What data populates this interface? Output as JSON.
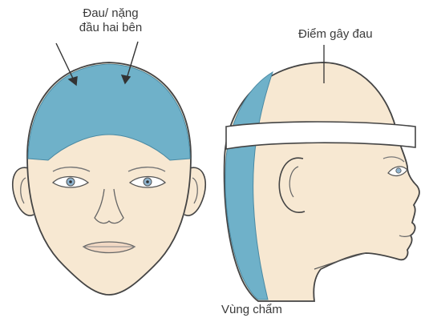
{
  "labels": {
    "front_pain": "Đau/ nặng\nđầu hai bên",
    "side_pain_point": "Điểm gây đau",
    "occipital": "Vùng chẩm"
  },
  "colors": {
    "skin": "#f7e8d2",
    "cap_blue": "#6fb1c9",
    "outline": "#444444"
  }
}
